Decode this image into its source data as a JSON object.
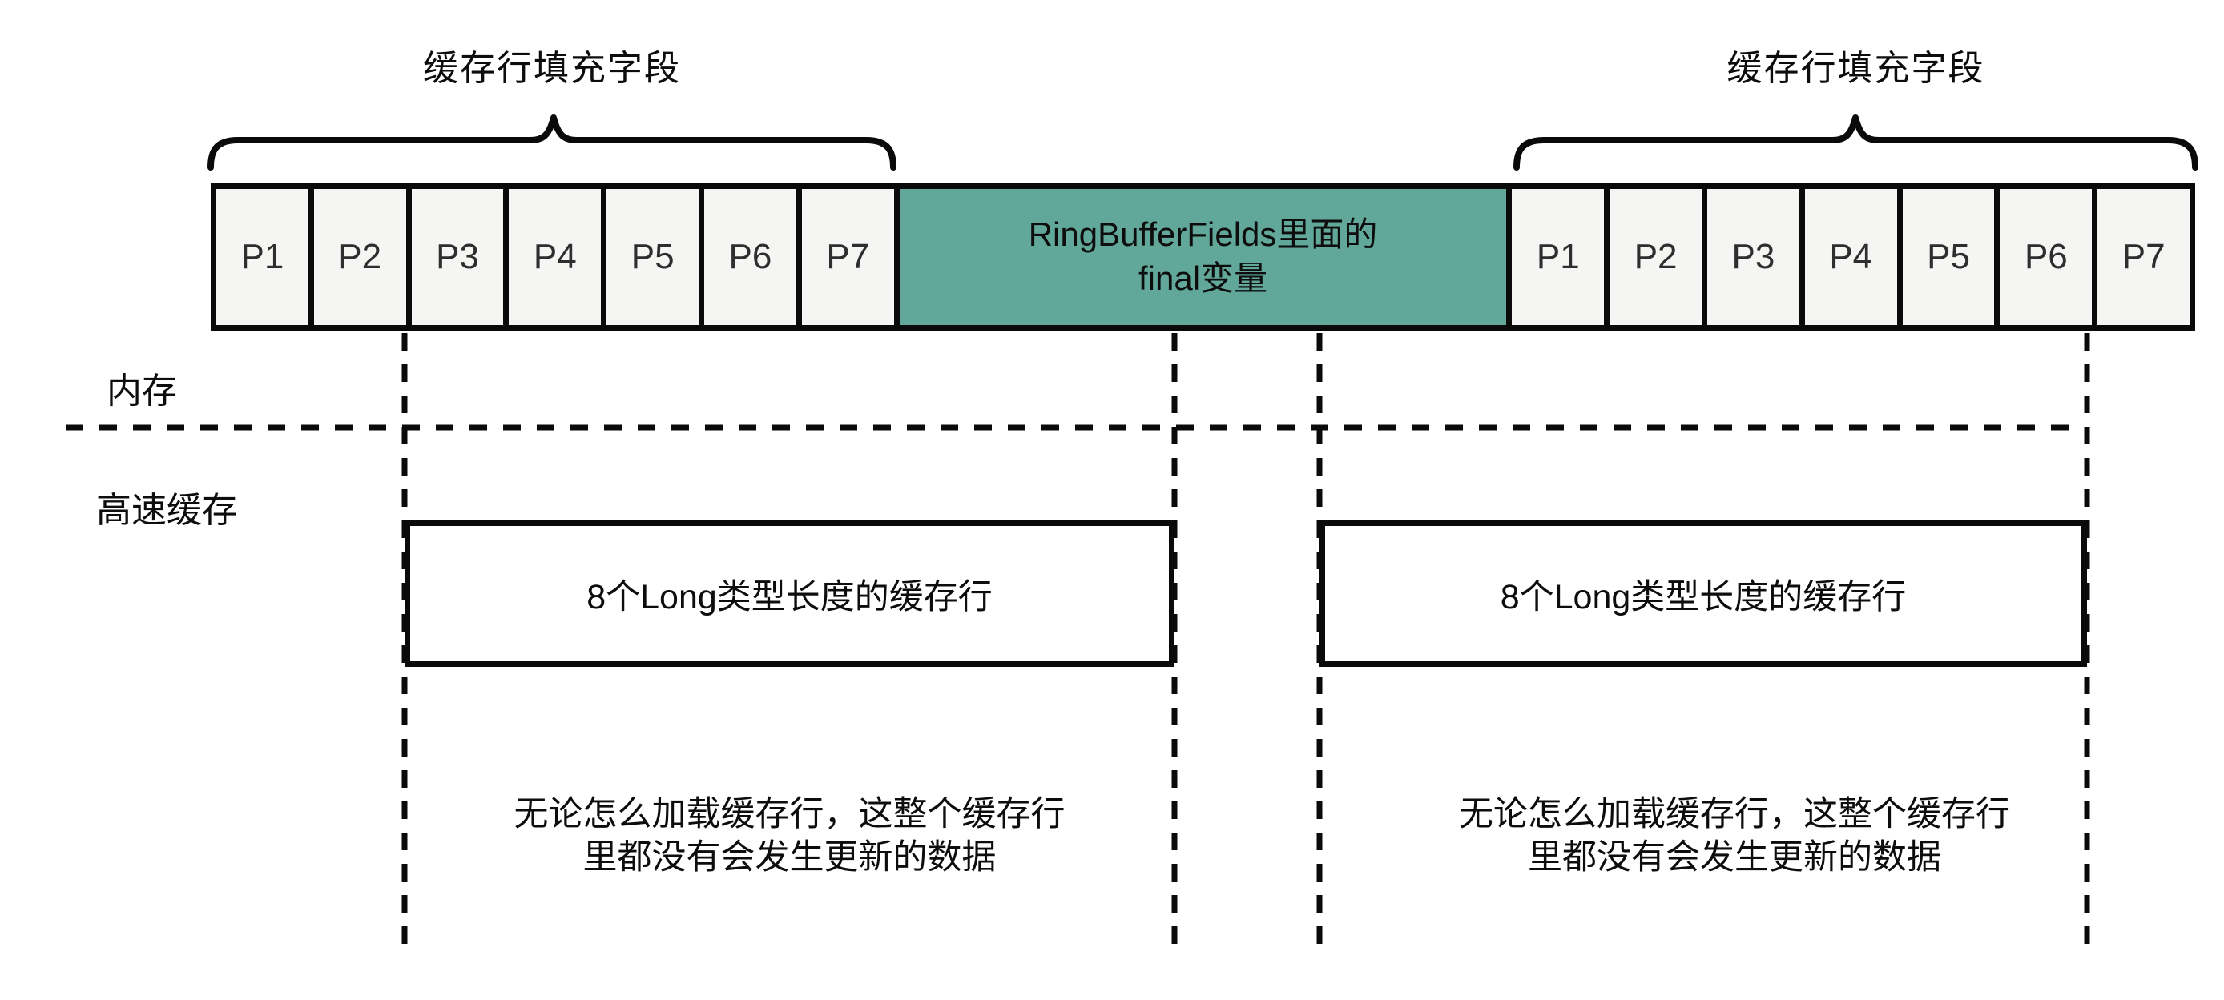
{
  "diagram": {
    "title_labels": {
      "left_padding_label": "缓存行填充字段",
      "right_padding_label": "缓存行填充字段"
    },
    "memory_row": {
      "left_padding_cells": [
        "P1",
        "P2",
        "P3",
        "P4",
        "P5",
        "P6",
        "P7"
      ],
      "center_block": {
        "line1": "RingBufferFields里面的",
        "line2": "final变量"
      },
      "right_padding_cells": [
        "P1",
        "P2",
        "P3",
        "P4",
        "P5",
        "P6",
        "P7"
      ]
    },
    "side_labels": {
      "memory": "内存",
      "cache": "高速缓存"
    },
    "cache_line_boxes": {
      "left": "8个Long类型长度的缓存行",
      "right": "8个Long类型长度的缓存行"
    },
    "annotations": {
      "left": {
        "line1": "无论怎么加载缓存行，这整个缓存行",
        "line2": "里都没有会发生更新的数据"
      },
      "right": {
        "line1": "无论怎么加载缓存行，这整个缓存行",
        "line2": "里都没有会发生更新的数据"
      }
    },
    "colors": {
      "highlight_green": "#62a89a",
      "cell_gray": "#f5f5f4",
      "line_black": "#0a0a0a",
      "background": "#ffffff"
    }
  }
}
